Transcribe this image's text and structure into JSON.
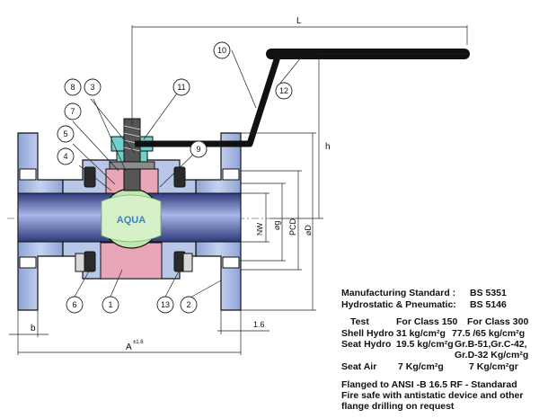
{
  "diagram": {
    "dimensions": {
      "L": "L",
      "h": "h",
      "b": "b",
      "A": "A",
      "A_tol": "±1.6",
      "t": "1.6",
      "NW": "NW",
      "g": "⌀g",
      "PCD": "PCD",
      "D": "⌀D"
    },
    "callouts": [
      "1",
      "2",
      "3",
      "4",
      "5",
      "6",
      "7",
      "8",
      "9",
      "10",
      "11",
      "12",
      "13"
    ],
    "logo_text": "AQUA",
    "colors": {
      "body": "#b8c6e8",
      "flange": "#9fb3dc",
      "seat": "#e8a6b8",
      "stem": "#6fd0cc",
      "handle": "#111111",
      "grip": "#e6c53a",
      "ball": "#bfe8b0",
      "bore": "#6f7fb8"
    }
  },
  "specs": {
    "manufacturing": {
      "label": "Manufacturing Standard :",
      "value": "BS 5351"
    },
    "hydrostatic": {
      "label": "Hydrostatic & Pneumatic:",
      "value": "BS 5146"
    },
    "table_headers": {
      "test": "Test",
      "class150": "For Class 150",
      "class300": "For Class 300"
    },
    "rows": [
      {
        "name": "Shell Hydro",
        "c150": "31 kg/cm²g",
        "c300": "77.5 /65 kg/cm²g"
      },
      {
        "name": "Seat Hydro",
        "c150": "19.5 kg/cm²g",
        "c300": "Gr.B-51,Gr.C-42,",
        "c300b": "Gr.D-32 Kg/cm²g"
      },
      {
        "name": "Seat Air",
        "c150": "7 Kg/cm²g",
        "c300": "7 Kg/cm²gr"
      }
    ],
    "notes": [
      "Flanged to ANSI -B 16.5 RF - Standarad",
      "Fire safe with antistatic device and other",
      "flange drilling on request"
    ]
  }
}
